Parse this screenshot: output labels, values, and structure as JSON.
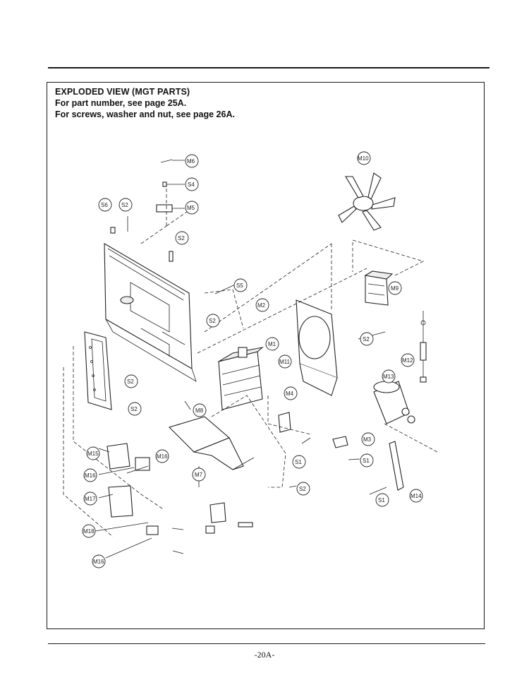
{
  "heading": {
    "title": "EXPLODED VIEW (MGT PARTS)",
    "line1": "For part number, see page 25A.",
    "line2": "For screws, washer and nut, see page 26A."
  },
  "labels": {
    "m1": "M1",
    "m2": "M2",
    "m3": "M3",
    "m4": "M4",
    "m5": "M5",
    "m6": "M6",
    "m7": "M7",
    "m8": "M8",
    "m9": "M9",
    "m10": "M10",
    "m11": "M11",
    "m12": "M12",
    "m13": "M13",
    "m14": "M14",
    "m15": "M15",
    "m16": "M16",
    "m17": "M17",
    "m18": "M18",
    "s1": "S1",
    "s2": "S2",
    "s4": "S4",
    "s5": "S5",
    "s6": "S6"
  },
  "page_number": "-20A-"
}
